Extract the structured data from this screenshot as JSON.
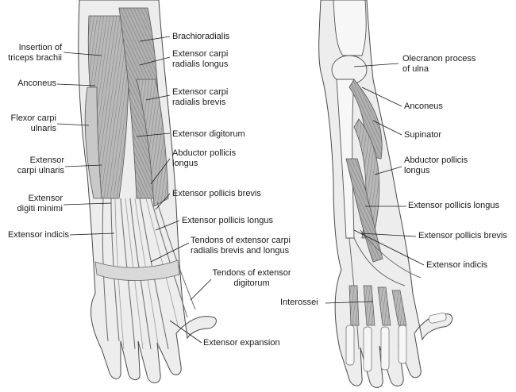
{
  "left_labels": {
    "insertion_triceps": [
      "Insertion of",
      "triceps brachii"
    ],
    "anconeus": "Anconeus",
    "flexor_carpi_ulnaris": [
      "Flexor carpi",
      "ulnaris"
    ],
    "extensor_carpi_ulnaris": [
      "Extensor",
      "carpi ulnaris"
    ],
    "extensor_digiti_minimi": [
      "Extensor",
      "digiti minimi"
    ],
    "extensor_indicis": "Extensor indicis",
    "brachioradialis": "Brachioradialis",
    "ecrl": [
      "Extensor carpi",
      "radialis longus"
    ],
    "ecrb": [
      "Extensor carpi",
      "radialis brevis"
    ],
    "extensor_digitorum": "Extensor digitorum",
    "abductor_pollicis_longus": [
      "Abductor pollicis",
      "longus"
    ],
    "extensor_pollicis_brevis": "Extensor pollicis brevis",
    "extensor_pollicis_longus": "Extensor pollicis longus",
    "tendons_ecr": [
      "Tendons of extensor carpi",
      "radialis brevis and longus"
    ],
    "tendons_ed": [
      "Tendons of extensor",
      "digitorum"
    ],
    "extensor_expansion": "Extensor expansion"
  },
  "right_labels": {
    "olecranon": [
      "Olecranon process",
      "of ulna"
    ],
    "anconeus": "Anconeus",
    "supinator": "Supinator",
    "abductor_pollicis_longus": [
      "Abductor pollicis",
      "longus"
    ],
    "extensor_pollicis_longus": "Extensor pollicis longus",
    "extensor_pollicis_brevis": "Extensor pollicis brevis",
    "extensor_indicis": "Extensor indicis",
    "interossei": "Interossei"
  }
}
